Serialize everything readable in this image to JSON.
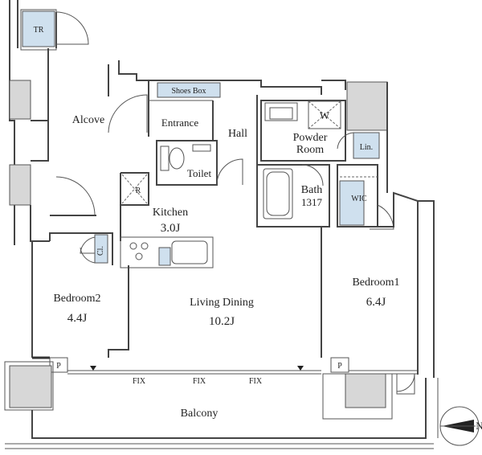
{
  "rooms": {
    "tr": "TR",
    "alcove": "Alcove",
    "shoes_box": "Shoes Box",
    "entrance": "Entrance",
    "hall": "Hall",
    "toilet": "Toilet",
    "powder_room_line1": "Powder",
    "powder_room_line2": "Room",
    "w": "W",
    "lin": "Lin.",
    "bath": "Bath",
    "bath_size": "1317",
    "wic": "WIC",
    "r": "R",
    "kitchen": "Kitchen",
    "kitchen_size": "3.0J",
    "cl": "Cl.",
    "bedroom2": "Bedroom2",
    "bedroom2_size": "4.4J",
    "living_dining": "Living Dining",
    "living_dining_size": "10.2J",
    "bedroom1": "Bedroom1",
    "bedroom1_size": "6.4J",
    "p_left": "P",
    "p_right": "P",
    "fix_1": "FIX",
    "fix_2": "FIX",
    "fix_3": "FIX",
    "balcony": "Balcony"
  },
  "compass": {
    "north_label": "N"
  },
  "colors": {
    "fixture_blue": "#cfe0ee",
    "column_gray": "#d7d7d7"
  }
}
